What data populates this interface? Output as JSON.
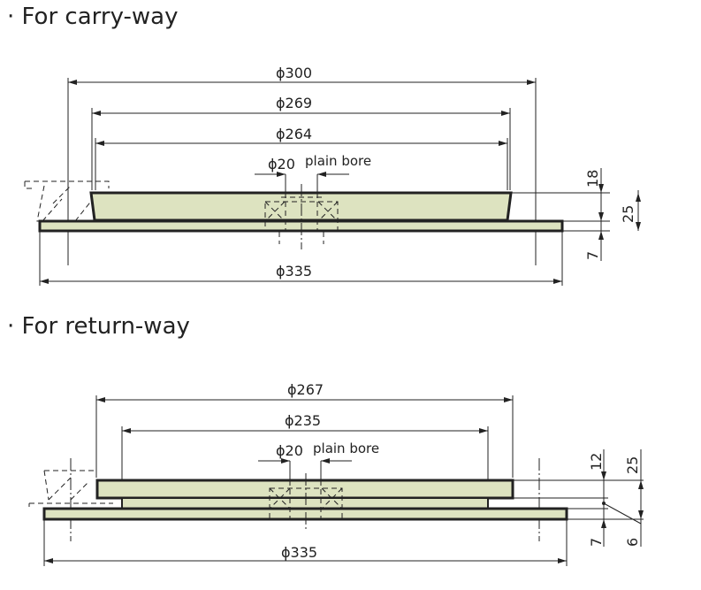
{
  "carry": {
    "heading": "· For carry-way",
    "d300": "ϕ300",
    "d269": "ϕ269",
    "d264": "ϕ264",
    "bore": "ϕ20",
    "bore_note": "plain bore",
    "h18": "18",
    "h25": "25",
    "h7": "7",
    "d335": "ϕ335"
  },
  "ret": {
    "heading": "· For return-way",
    "d267": "ϕ267",
    "d235": "ϕ235",
    "bore": "ϕ20",
    "bore_note": "plain bore",
    "h12": "12",
    "h25": "25",
    "h7": "7",
    "h6": "6",
    "d335": "ϕ335"
  },
  "colors": {
    "part": "#dde3c0",
    "line": "#222222"
  }
}
